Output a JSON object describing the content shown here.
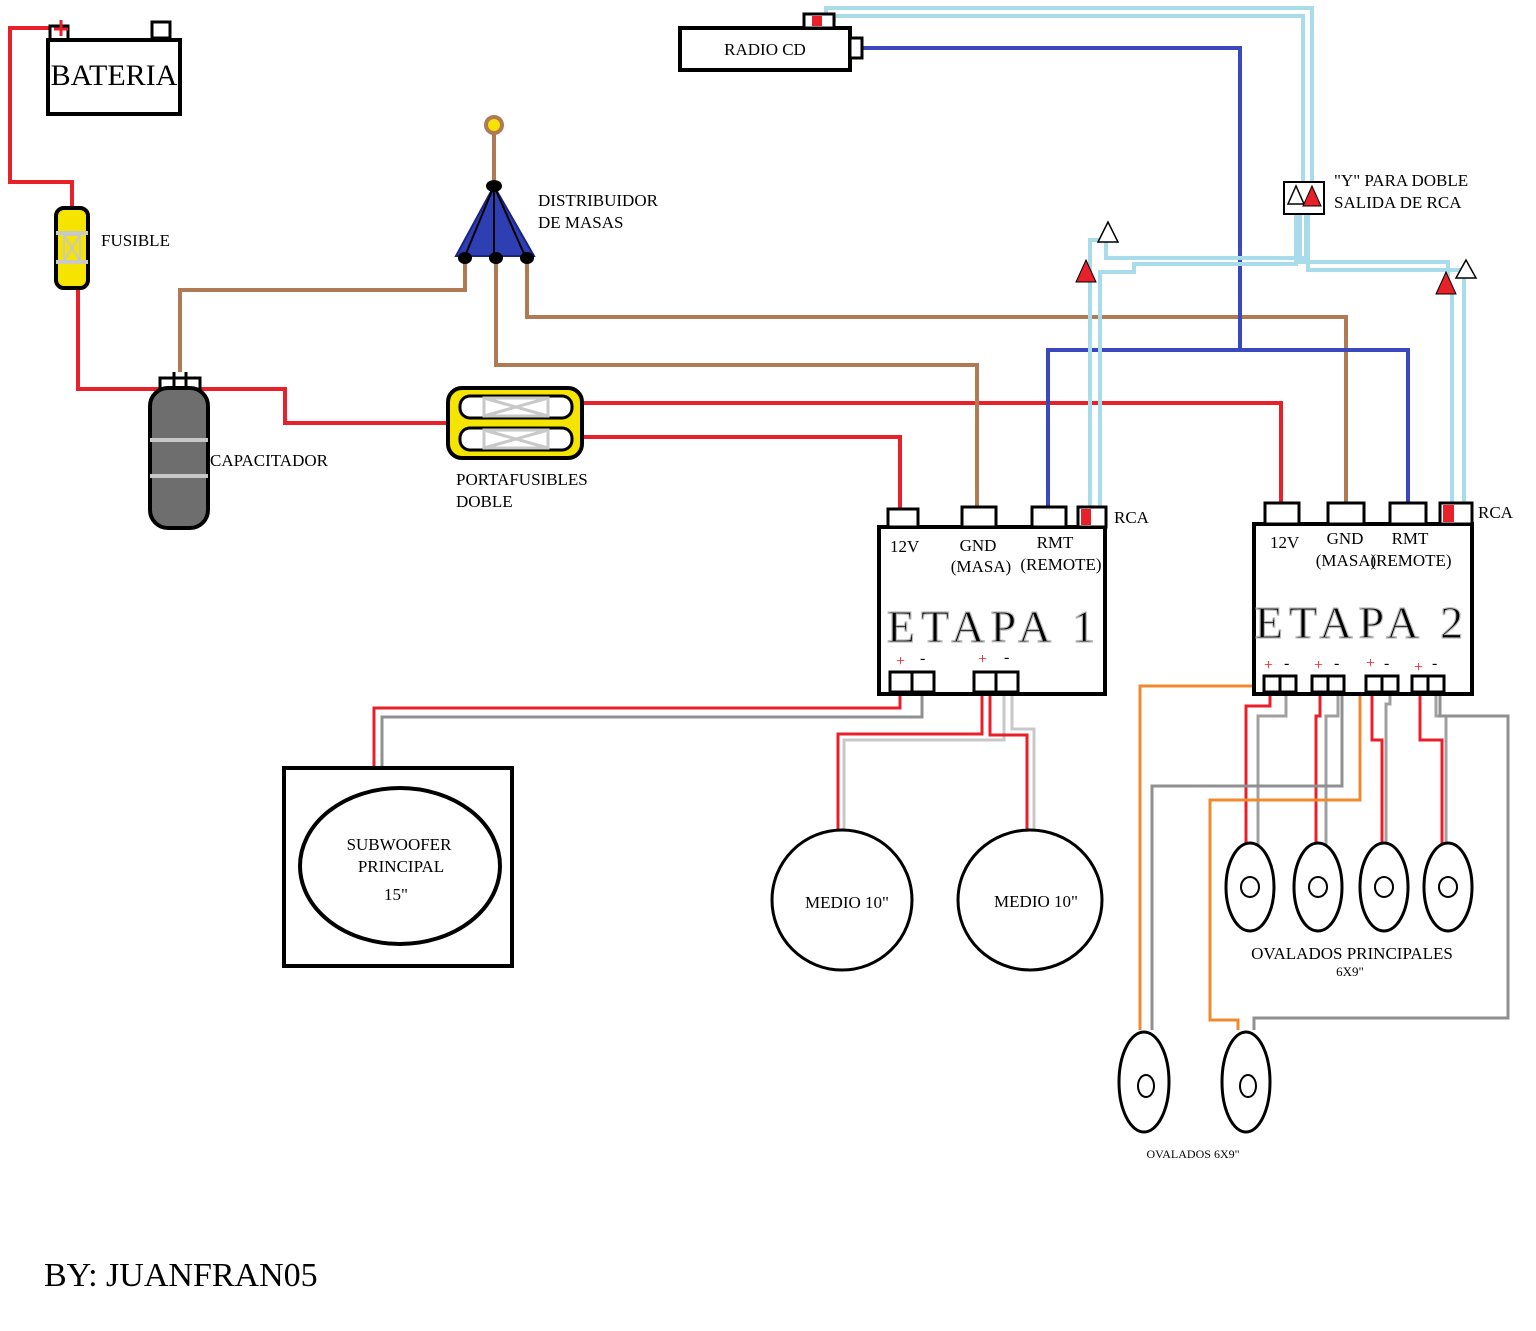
{
  "labels": {
    "battery": "BATERIA",
    "fuse": "FUSIBLE",
    "capacitor": "CAPACITADOR",
    "ground_distributor_1": "DISTRIBUIDOR",
    "ground_distributor_2": "DE MASAS",
    "fuse_holder_1": "PORTAFUSIBLES",
    "fuse_holder_2": "DOBLE",
    "radio": "RADIO CD",
    "y_splitter_1": "\"Y\" PARA DOBLE",
    "y_splitter_2": "SALIDA DE RCA",
    "author": "BY: JUANFRAN05"
  },
  "amps": [
    {
      "title": "ETAPA 1",
      "rca": "RCA",
      "t12v": "12V",
      "gnd_1": "GND",
      "gnd_2": "(MASA)",
      "rmt_1": "RMT",
      "rmt_2": "(REMOTE)",
      "plus": "+",
      "minus": "-"
    },
    {
      "title": "ETAPA 2",
      "rca": "RCA",
      "t12v": "12V",
      "gnd_1": "GND",
      "gnd_2": "(MASA)",
      "rmt_1": "RMT",
      "rmt_2": "(REMOTE)",
      "plus": "+",
      "minus": "-"
    }
  ],
  "speakers": {
    "sub_1": "SUBWOOFER",
    "sub_2": "PRINCIPAL",
    "sub_3": "15\"",
    "mid_1": "MEDIO 10\"",
    "mid_2": "MEDIO 10\"",
    "ovals_main_1": "OVALADOS PRINCIPALES",
    "ovals_main_2": "6X9\"",
    "ovals_rear": "OVALADOS 6X9\""
  },
  "colors": {
    "power": "#e8202a",
    "ground": "#b07a55",
    "remote": "#3a48c0",
    "rca": "#a8dcea",
    "speaker_neg": "#a0a0a0",
    "rear_pos": "#f08a30",
    "fuse_yellow": "#f5e400",
    "distributor_blue": "#2e3fb4",
    "capacitor_gray": "#6e6e6e"
  }
}
